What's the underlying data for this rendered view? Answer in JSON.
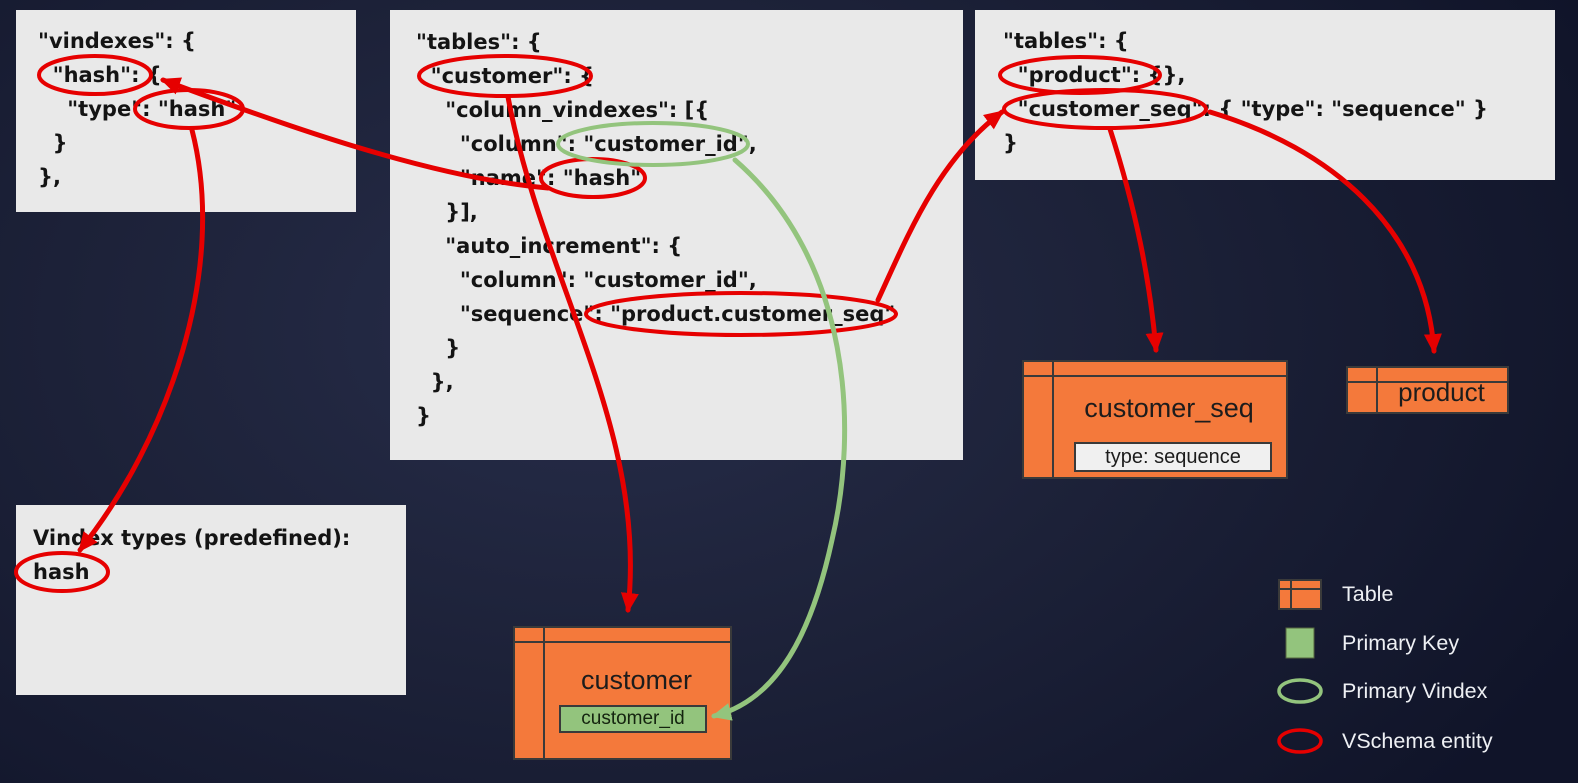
{
  "panels": {
    "vindexes": {
      "lines": [
        "\"vindexes\": {",
        "  \"hash\": {",
        "    \"type\": \"hash\"",
        "  }",
        "},"
      ]
    },
    "tables_customer": {
      "lines": [
        "\"tables\": {",
        "  \"customer\": {",
        "    \"column_vindexes\": [{",
        "      \"column\": \"customer_id\",",
        "      \"name\": \"hash\"",
        "    }],",
        "    \"auto_increment\": {",
        "      \"column\": \"customer_id\",",
        "      \"sequence\": \"product.customer_seq\"",
        "    }",
        "  },",
        "}"
      ]
    },
    "tables_product": {
      "lines": [
        "\"tables\": {",
        "  \"product\": {},",
        "  \"customer_seq\": { \"type\": \"sequence\" }",
        "}"
      ]
    },
    "vindex_types": {
      "lines": [
        "Vindex types (predefined):",
        "hash"
      ]
    }
  },
  "tables": {
    "customer": {
      "title": "customer",
      "primary_key_column": "customer_id"
    },
    "customer_seq": {
      "title": "customer_seq",
      "detail": "type: sequence"
    },
    "product": {
      "title": "product"
    }
  },
  "legend": {
    "table_label": "Table",
    "primary_key_label": "Primary Key",
    "primary_vindex_label": "Primary Vindex",
    "vschema_entity_label": "VSchema entity"
  },
  "colors": {
    "table_orange": "#f4793b",
    "primary_key_green": "#93c47d",
    "vschema_red": "#e60000",
    "panel_gray": "#e9e9e9"
  }
}
